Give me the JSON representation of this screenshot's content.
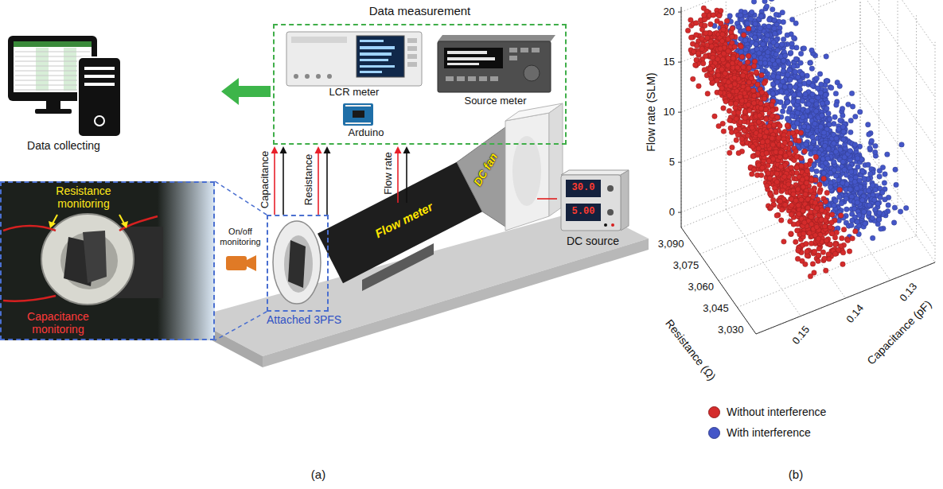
{
  "diagram": {
    "nodes": [
      {
        "text": [
          "Data measurement"
        ]
      },
      {
        "text": [
          "LCR meter"
        ],
        "in": 0
      },
      {
        "text": [
          "Arduino"
        ],
        "in": 0
      },
      {
        "text": [
          "Source meter"
        ],
        "in": 0
      },
      {
        "text": [
          "Data collecting"
        ]
      },
      {
        "text": [
          "Resistance monitoring",
          "Capacitance monitoring"
        ]
      },
      {
        "text": [
          "Attached 3PFS"
        ]
      },
      {
        "text": [
          "Flow meter"
        ]
      },
      {
        "text": [
          "DC fan"
        ]
      },
      {
        "text": [
          "DC source"
        ]
      },
      {
        "text": [
          "On/off monitoring"
        ]
      }
    ],
    "edges": [
      {
        "from": 0,
        "to": 4,
        "arrow": "to"
      },
      {
        "from": 6,
        "to": 0,
        "arrow": "to",
        "label": "Capacitance"
      },
      {
        "from": 6,
        "to": 0,
        "arrow": "to",
        "label": "Resistance"
      },
      {
        "from": 7,
        "to": 0,
        "arrow": "to",
        "label": "Flow rate"
      },
      {
        "from": 9,
        "to": 8,
        "arrow": "none"
      },
      {
        "from": 6,
        "to": 5,
        "arrow": "none"
      }
    ],
    "labels": [
      "30.0",
      "5.00",
      "(a)",
      "(b)",
      "Flow rate (SLM)",
      "20",
      "15",
      "10",
      "5",
      "0",
      "3,090",
      "3,075",
      "3,060",
      "3,045",
      "3,030",
      "Resistance (Ω)",
      "0.13",
      "0.14",
      "0.15",
      "Capacitance (pF)"
    ],
    "legend": [
      {
        "text": "Without interference",
        "color": "#d42b2b"
      },
      {
        "text": "With interference",
        "color": "#4456c8"
      }
    ]
  }
}
